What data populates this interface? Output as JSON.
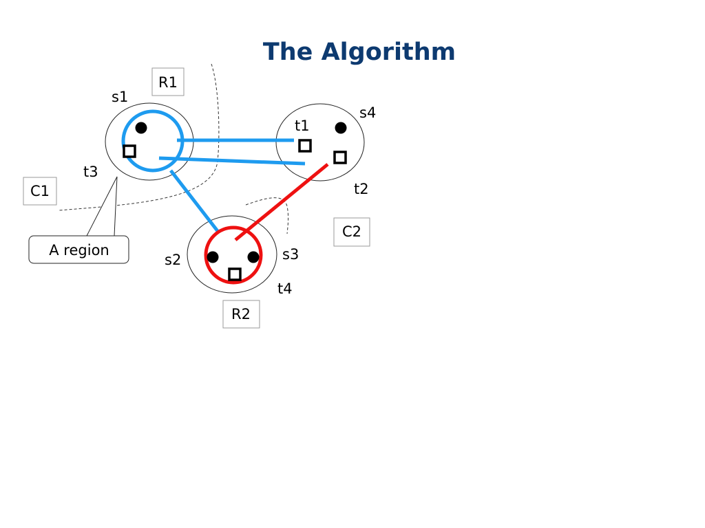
{
  "title": "The Algorithm",
  "colors": {
    "blue": "#1e9bef",
    "red": "#ee1111",
    "title": "#0d3a70",
    "box_border": "#9a9a9a"
  },
  "labels": {
    "s1": "s1",
    "s2": "s2",
    "s3": "s3",
    "s4": "s4",
    "t1": "t1",
    "t2": "t2",
    "t3": "t3",
    "t4": "t4"
  },
  "boxes": {
    "r1": "R1",
    "r2": "R2",
    "c1": "C1",
    "c2": "C2"
  },
  "callout": "A region"
}
